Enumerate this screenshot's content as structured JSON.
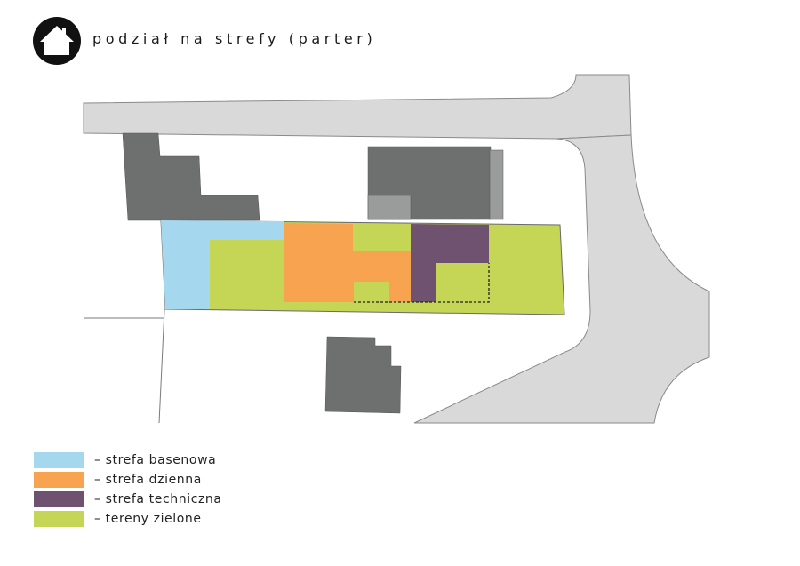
{
  "header": {
    "title": "podział na strefy (parter)",
    "icon": "house-icon"
  },
  "colors": {
    "pool": "#a5d8ef",
    "day": "#f7a34f",
    "technical": "#6e5270",
    "green": "#c5d656",
    "building": "#6e6f6f",
    "building_light": "#9a9b9b",
    "road": "#d9d9d9",
    "road_stroke": "#8a8a8a",
    "line": "#7a7a7a"
  },
  "legend": {
    "items": [
      {
        "label": "– strefa basenowa",
        "color": "#a5d8ef"
      },
      {
        "label": "– strefa dzienna",
        "color": "#f7a34f"
      },
      {
        "label": "– strefa techniczna",
        "color": "#6e5270"
      },
      {
        "label": "– tereny zielone",
        "color": "#c5d656"
      }
    ]
  }
}
